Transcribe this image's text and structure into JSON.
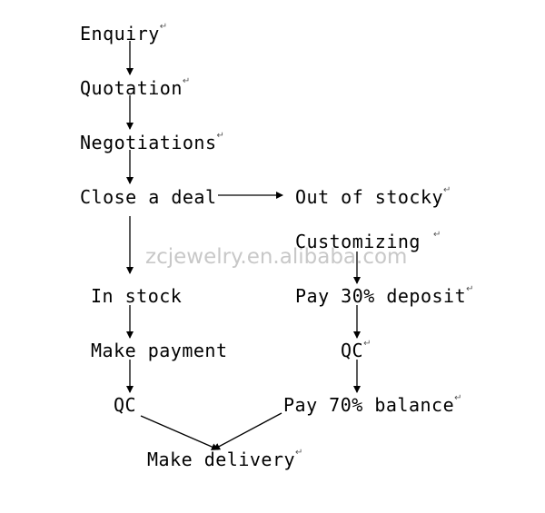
{
  "nodes": {
    "enquiry": "Enquiry",
    "quotation": "Quotation",
    "negotiations": "Negotiations",
    "close_a_deal": "Close a deal",
    "out_of_stocky": "Out of stocky",
    "customizing": "Customizing",
    "in_stock": "In stock",
    "pay_30_deposit": "Pay 30% deposit",
    "make_payment": "Make payment",
    "qc_right": "QC",
    "qc_left": "QC",
    "pay_70_balance": "Pay 70% balance",
    "make_delivery": "Make delivery"
  },
  "paragraph_mark": "↵",
  "watermark": "zcjewelry.en.alibaba.com",
  "edges": [
    [
      "enquiry",
      "quotation"
    ],
    [
      "quotation",
      "negotiations"
    ],
    [
      "negotiations",
      "close_a_deal"
    ],
    [
      "close_a_deal",
      "out_of_stocky"
    ],
    [
      "close_a_deal",
      "in_stock"
    ],
    [
      "customizing",
      "pay_30_deposit"
    ],
    [
      "in_stock",
      "make_payment"
    ],
    [
      "pay_30_deposit",
      "qc_right"
    ],
    [
      "make_payment",
      "qc_left"
    ],
    [
      "qc_right",
      "pay_70_balance"
    ],
    [
      "qc_left",
      "make_delivery"
    ],
    [
      "pay_70_balance",
      "make_delivery"
    ]
  ]
}
